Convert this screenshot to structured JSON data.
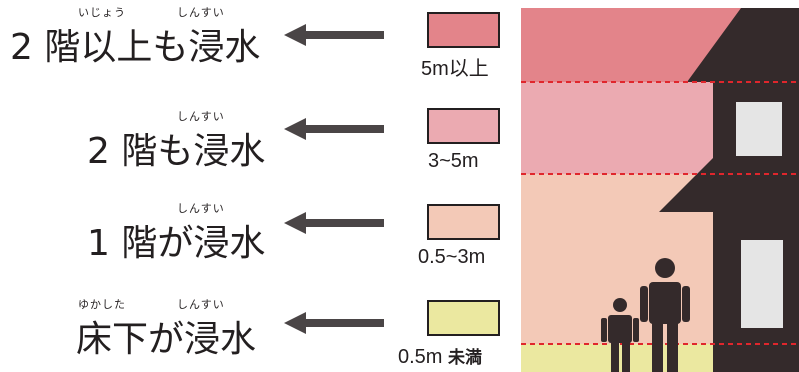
{
  "levels": [
    {
      "label": "2 階以上も浸水",
      "furigana_a": "いじょう",
      "furigana_b": "しんすい",
      "range": "5m以上",
      "color": "#e3848a"
    },
    {
      "label": "2 階も浸水",
      "furigana_b": "しんすい",
      "range": "3~5m",
      "color": "#ebaab1"
    },
    {
      "label": "1 階が浸水",
      "furigana_b": "しんすい",
      "range": "0.5~3m",
      "color": "#f3c9b7"
    },
    {
      "label": "床下が浸水",
      "furigana_a": "ゆかした",
      "furigana_b": "しんすい",
      "range": "0.5m",
      "range_suffix": "未満",
      "color": "#ebe8a0"
    }
  ],
  "colors": {
    "text": "#231f20",
    "house": "#342a2b",
    "window": "#e5e5e5",
    "dashed_line": "#e0262c"
  },
  "icons": [
    "arrow-left-icon",
    "house-icon",
    "person-icon"
  ]
}
